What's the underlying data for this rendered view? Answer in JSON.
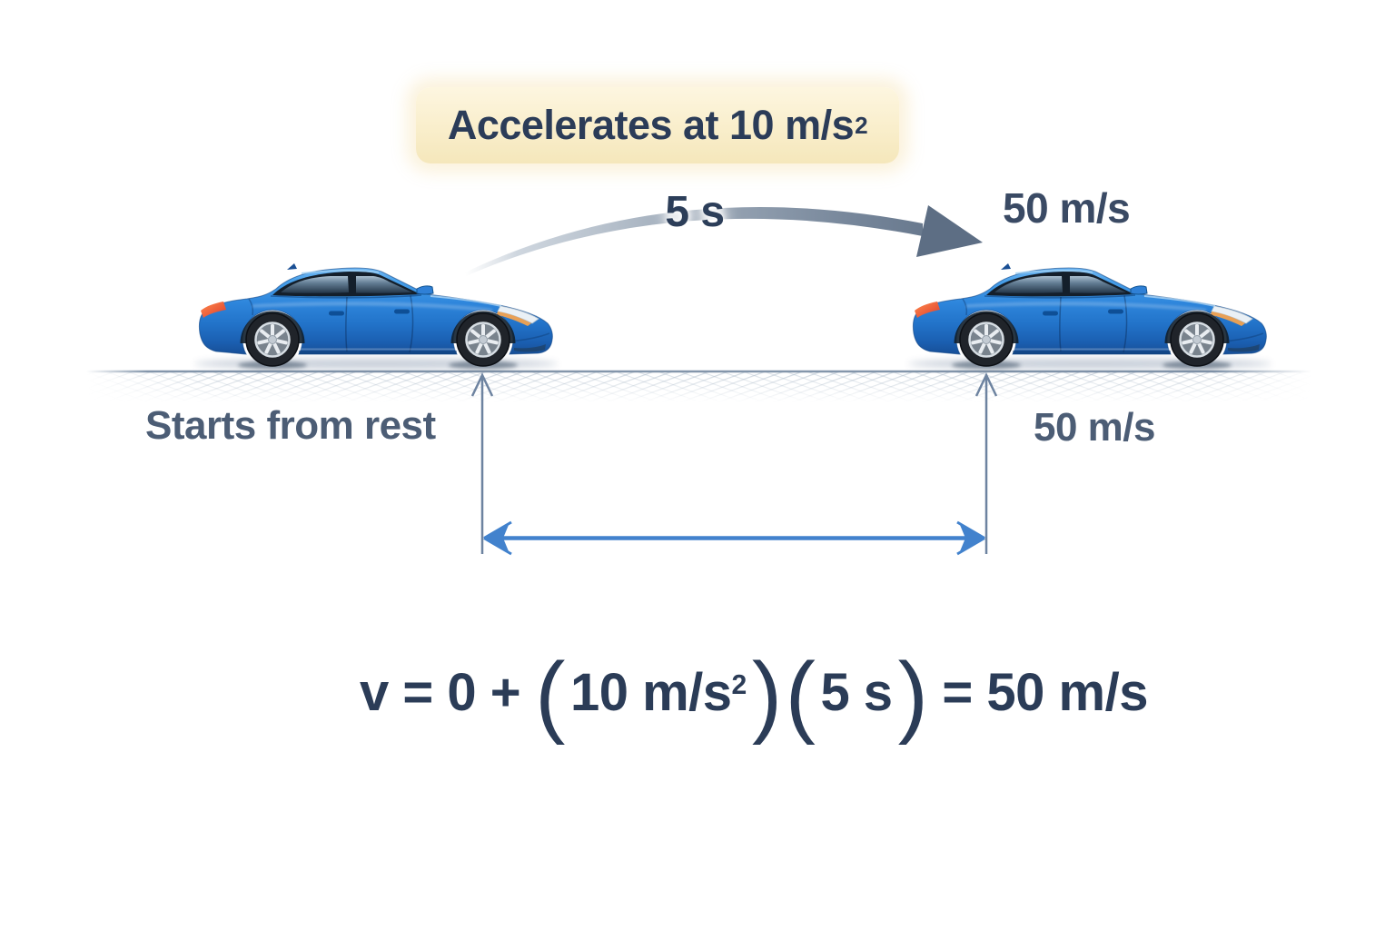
{
  "title_banner": {
    "label": "Accelerates at 10 m/s",
    "superscript": "2"
  },
  "motion_arrow": {
    "time_label": "5 s",
    "final_speed_label": "50 m/s"
  },
  "initial_state_label": "Starts from rest",
  "final_speed_ground_label": "50 m/s",
  "equation": {
    "prefix": "v = 0 +",
    "open_paren_1": "(",
    "acceleration": "10 m/s",
    "acceleration_superscript": "2",
    "close_paren_1": ")",
    "open_paren_2": "(",
    "time": "5 s",
    "close_paren_2": ")",
    "result": "= 50 m/s"
  },
  "icons": {
    "motion_arrow": "curved-right-arrow",
    "distance_measure": "double-headed-horizontal-arrow",
    "position_markers": "upward-chevron-lines"
  },
  "colors": {
    "background": "#ffffff",
    "banner_background": "#f9eecb",
    "heading_text": "#2b3c58",
    "label_text": "#4c5d75",
    "car_body_blue": "#2e86dc",
    "motion_arrow": "#5d6e84",
    "distance_arrow": "#4282cd",
    "measure_line": "#6d83a0",
    "road_line": "#8496ab"
  }
}
